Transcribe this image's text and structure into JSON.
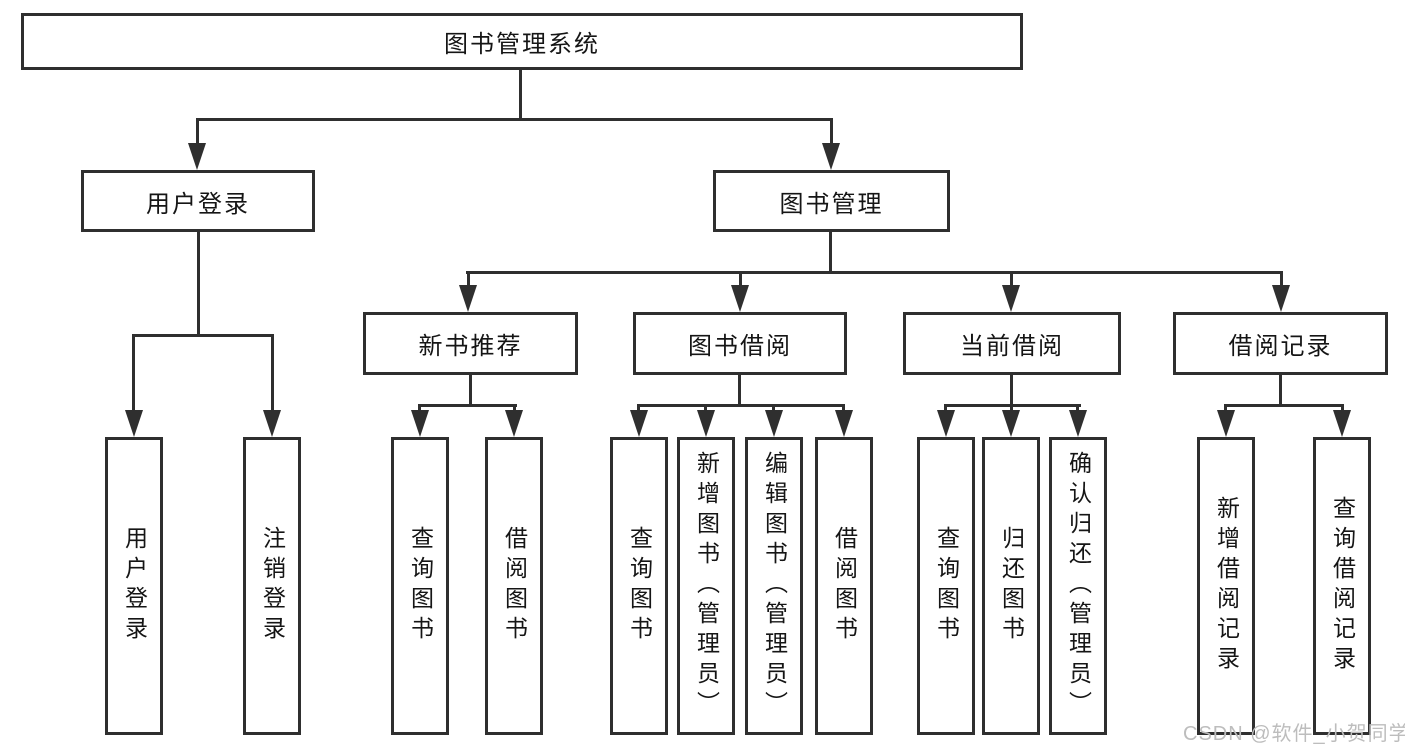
{
  "colors": {
    "line": "#2f2f2f",
    "text": "#151515",
    "box_background": "#ffffff",
    "watermark": "#bdbdbd"
  },
  "watermark": {
    "text": "CSDN @软件_小贺同学"
  },
  "tree": {
    "root": {
      "label": "图书管理系统"
    },
    "branches": [
      {
        "label": "用户登录",
        "leaves": [
          "用户登录",
          "注销登录"
        ]
      },
      {
        "label": "图书管理",
        "groups": [
          {
            "label": "新书推荐",
            "leaves": [
              "查询图书",
              "借阅图书"
            ]
          },
          {
            "label": "图书借阅",
            "leaves": [
              "查询图书",
              "新增图书（管理员）",
              "编辑图书（管理员）",
              "借阅图书"
            ]
          },
          {
            "label": "当前借阅",
            "leaves": [
              "查询图书",
              "归还图书",
              "确认归还（管理员）"
            ]
          },
          {
            "label": "借阅记录",
            "leaves": [
              "新增借阅记录",
              "查询借阅记录"
            ]
          }
        ]
      }
    ]
  }
}
